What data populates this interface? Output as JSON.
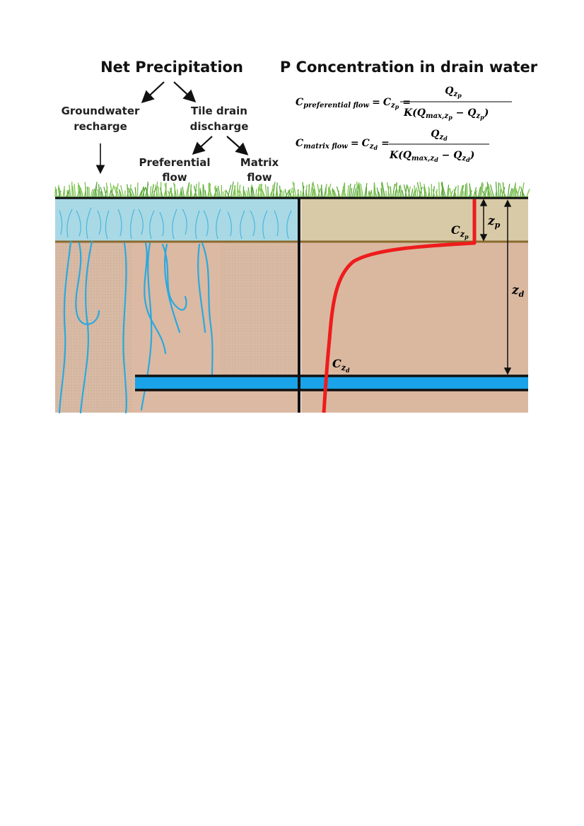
{
  "headings": {
    "left": "Net Precipitation",
    "right": "P Concentration in drain water"
  },
  "labels": {
    "groundwater_1": "Groundwater",
    "groundwater_2": "recharge",
    "tile_1": "Tile drain",
    "tile_2": "discharge",
    "preferential_1": "Preferential",
    "preferential_2": "flow",
    "matrix_1": "Matrix",
    "matrix_2": "flow"
  },
  "equations": {
    "preferential": {
      "lhs_var": "C",
      "lhs_sub": "preferential flow",
      "mid_var": "C",
      "mid_sub": "z",
      "mid_subsub": "p",
      "num_var": "Q",
      "num_sub": "z",
      "num_subsub": "p",
      "den_prefix": "K(Q",
      "den_sub_max": "max,z",
      "den_sub_max_subsub": "p",
      "den_minus": " − Q",
      "den_sub2": "z",
      "den_sub2_subsub": "p",
      "den_close": ")"
    },
    "matrix": {
      "lhs_var": "C",
      "lhs_sub": "matrix flow",
      "mid_var": "C",
      "mid_sub": "z",
      "mid_subsub": "d",
      "num_var": "Q",
      "num_sub": "z",
      "num_subsub": "d",
      "den_prefix": "K(Q",
      "den_sub_max": "max,z",
      "den_sub_max_subsub": "d",
      "den_minus": " − Q",
      "den_sub2": "z",
      "den_sub2_subsub": "d",
      "den_close": ")"
    },
    "equals": "="
  },
  "profile_labels": {
    "czp_var": "C",
    "czp_sub": "z",
    "czp_subsub": "p",
    "czd_var": "C",
    "czd_sub": "z",
    "czd_subsub": "d",
    "zp_var": "z",
    "zp_sub": "p",
    "zd_var": "z",
    "zd_sub": "d"
  },
  "colors": {
    "topsoil_left": "#a8d8e4",
    "topsoil_right": "#d8c9a6",
    "subsoil": "#ddb9a0",
    "horizon_line": "#8a6a2e",
    "drain_pipe": "#1aa3e8",
    "concentration_curve": "#ee1c1c",
    "root_channels": "#29a9e0",
    "grass": "#5aa83a"
  }
}
